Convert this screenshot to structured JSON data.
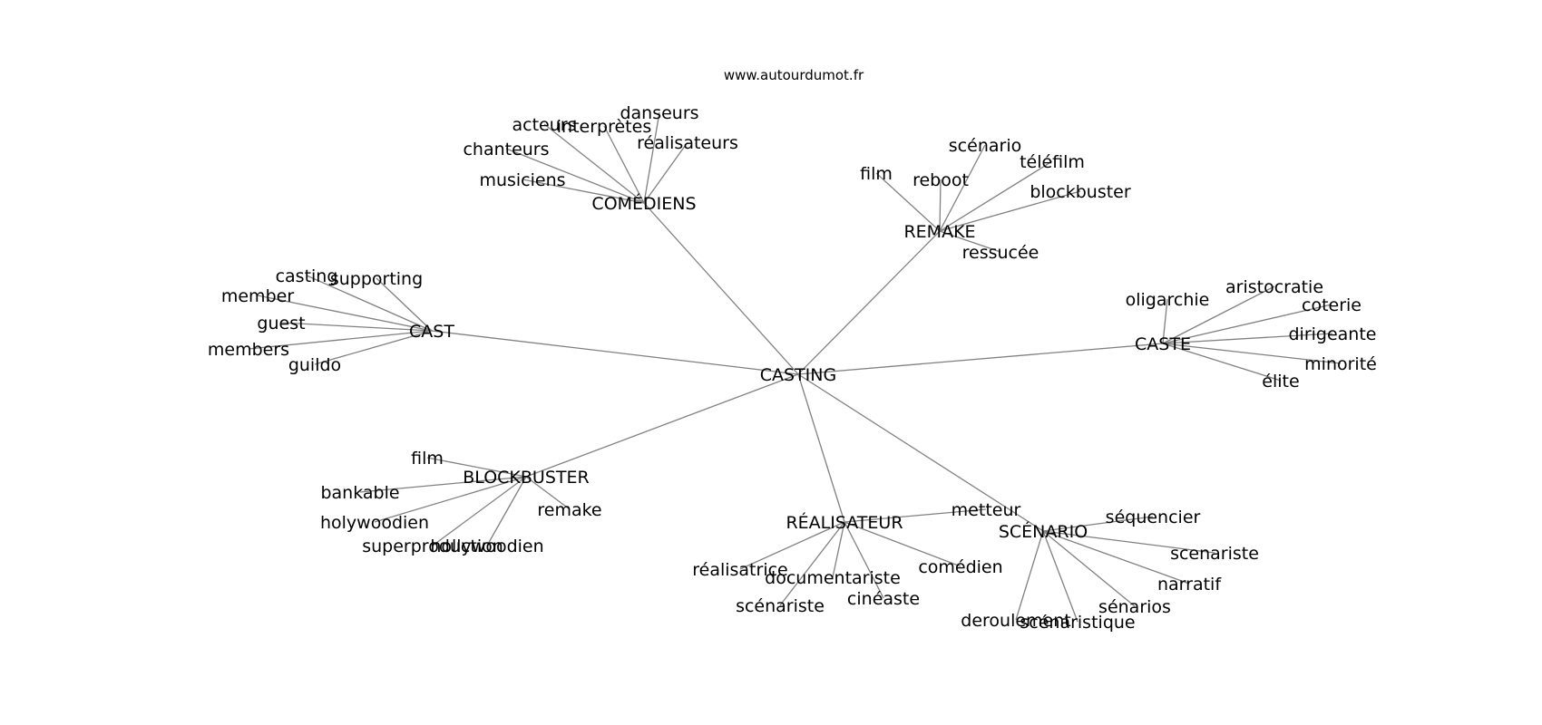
{
  "source": "www.autourdumot.fr",
  "colors": {
    "edge": "#808080",
    "text": "#000000",
    "background": "#ffffff"
  },
  "graph": {
    "center": "CASTING",
    "clusters": [
      {
        "label": "COMÉDIENS",
        "children": [
          "danseurs",
          "acteurs",
          "interprètes",
          "réalisateurs",
          "chanteurs",
          "musiciens"
        ]
      },
      {
        "label": "REMAKE",
        "children": [
          "scénario",
          "film",
          "reboot",
          "téléfilm",
          "blockbuster",
          "ressucée"
        ]
      },
      {
        "label": "CAST",
        "children": [
          "casting",
          "supporting",
          "member",
          "guest",
          "members",
          "guildo"
        ]
      },
      {
        "label": "CASTE",
        "children": [
          "oligarchie",
          "aristocratie",
          "coterie",
          "dirigeante",
          "minorité",
          "élite"
        ]
      },
      {
        "label": "BLOCKBUSTER",
        "children": [
          "film",
          "bankable",
          "remake",
          "holywoodien",
          "superproduction",
          "hollywoodien"
        ]
      },
      {
        "label": "RÉALISATEUR",
        "children": [
          "metteur",
          "réalisatrice",
          "documentariste",
          "comédien",
          "cinéaste",
          "scénariste"
        ]
      },
      {
        "label": "SCÉNARIO",
        "children": [
          "séquencier",
          "scenariste",
          "narratif",
          "sénarios",
          "scénaristique",
          "deroulement"
        ]
      }
    ]
  }
}
